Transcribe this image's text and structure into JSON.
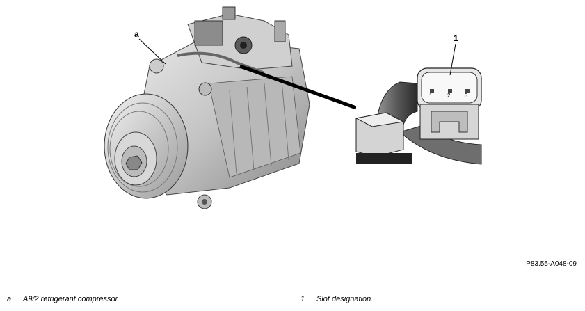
{
  "callouts": {
    "a": "a",
    "one": "1"
  },
  "connector_pins": [
    "1",
    "2",
    "3"
  ],
  "figure_ref": "P83.55-A048-09",
  "legend": [
    {
      "key": "a",
      "text": "A9/2 refrigerant compressor"
    },
    {
      "key": "1",
      "text": "Slot designation"
    }
  ]
}
